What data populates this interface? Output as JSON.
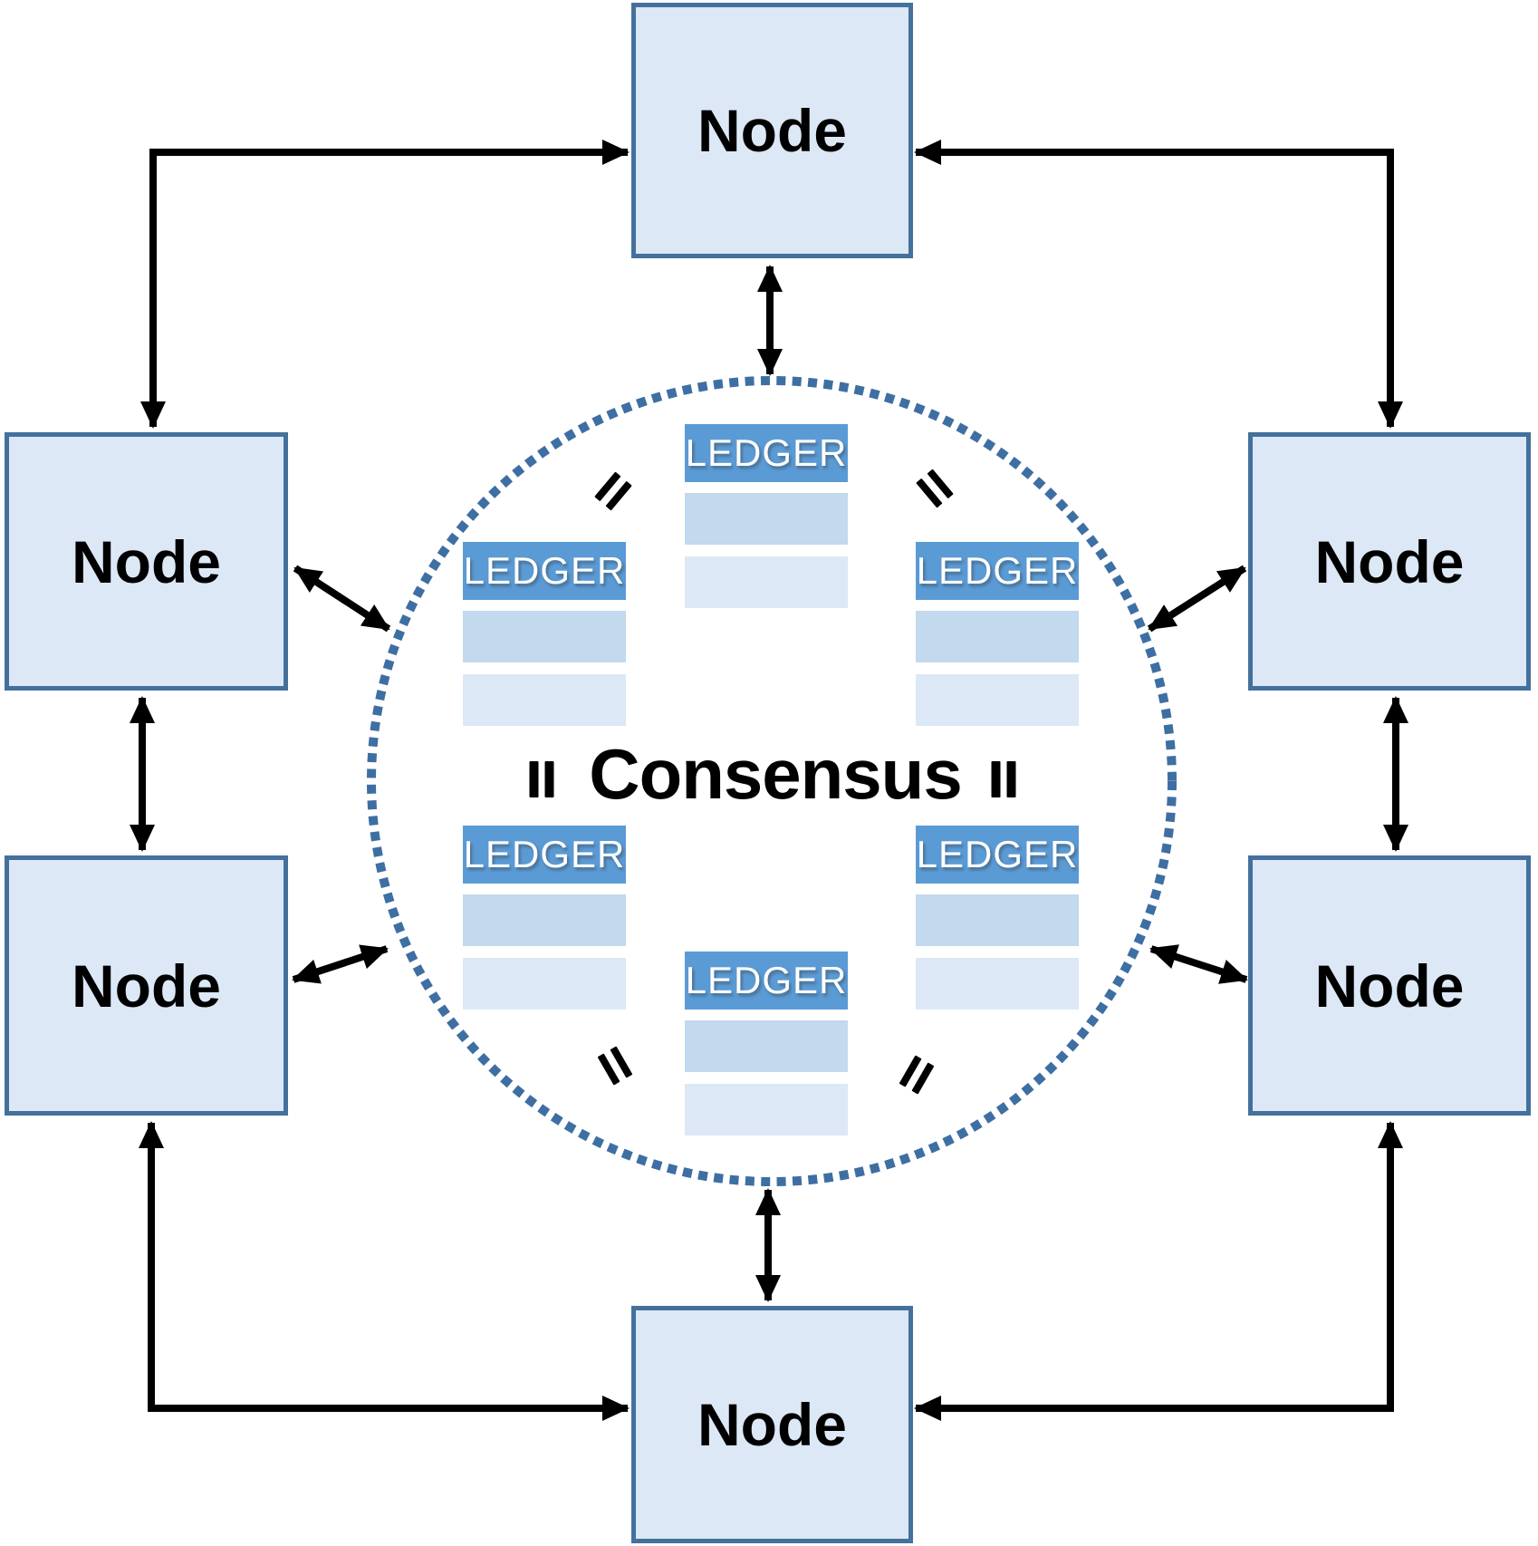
{
  "diagram": {
    "consensus_label": "Consensus",
    "nodes": [
      {
        "id": "top",
        "label": "Node"
      },
      {
        "id": "upper-left",
        "label": "Node"
      },
      {
        "id": "upper-right",
        "label": "Node"
      },
      {
        "id": "lower-left",
        "label": "Node"
      },
      {
        "id": "lower-right",
        "label": "Node"
      },
      {
        "id": "bottom",
        "label": "Node"
      }
    ],
    "ledgers": [
      {
        "id": "top-center",
        "label": "LEDGER",
        "rows": [
          "",
          ""
        ]
      },
      {
        "id": "middle-left",
        "label": "LEDGER",
        "rows": [
          "",
          ""
        ]
      },
      {
        "id": "middle-right",
        "label": "LEDGER",
        "rows": [
          "",
          ""
        ]
      },
      {
        "id": "bottom-left",
        "label": "LEDGER",
        "rows": [
          "",
          ""
        ]
      },
      {
        "id": "bottom-right",
        "label": "LEDGER",
        "rows": [
          "",
          ""
        ]
      },
      {
        "id": "bottom-center",
        "label": "LEDGER",
        "rows": [
          "",
          ""
        ]
      }
    ],
    "icons": {
      "equals_sign": "=",
      "bidirectional_arrow": "↔"
    },
    "colors": {
      "node_fill": "#dce8f5",
      "node_border": "#44719c",
      "ledger_header": "#5b9bd5",
      "ledger_row_medium": "#c2d9ee",
      "ledger_row_light": "#dce8f5",
      "circle_dot": "#3e6fa3",
      "arrow": "#000000",
      "text": "#000000",
      "ledger_text": "#ffffff"
    }
  }
}
